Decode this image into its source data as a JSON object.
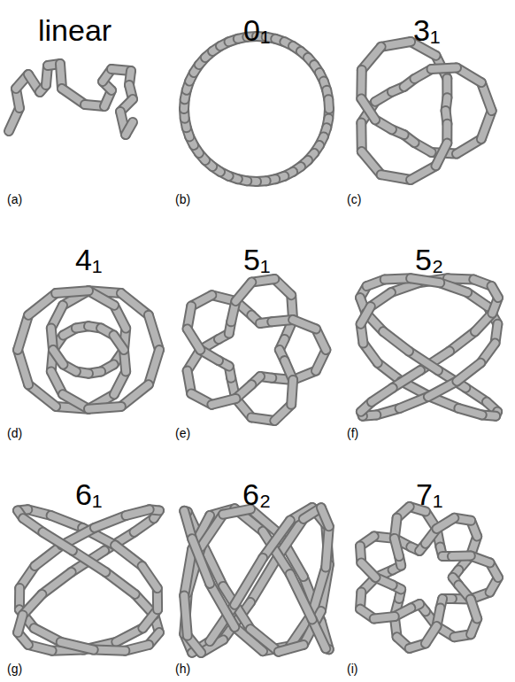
{
  "diagram": {
    "labels": [
      "linear",
      "0₁",
      "3₁",
      "(a)",
      "(b)",
      "(c)",
      "4₁",
      "5₁",
      "5₂",
      "(d)",
      "(e)",
      "(f)",
      "6₁",
      "6₂",
      "7₁",
      "(g)",
      "(h)",
      "(i)"
    ]
  }
}
